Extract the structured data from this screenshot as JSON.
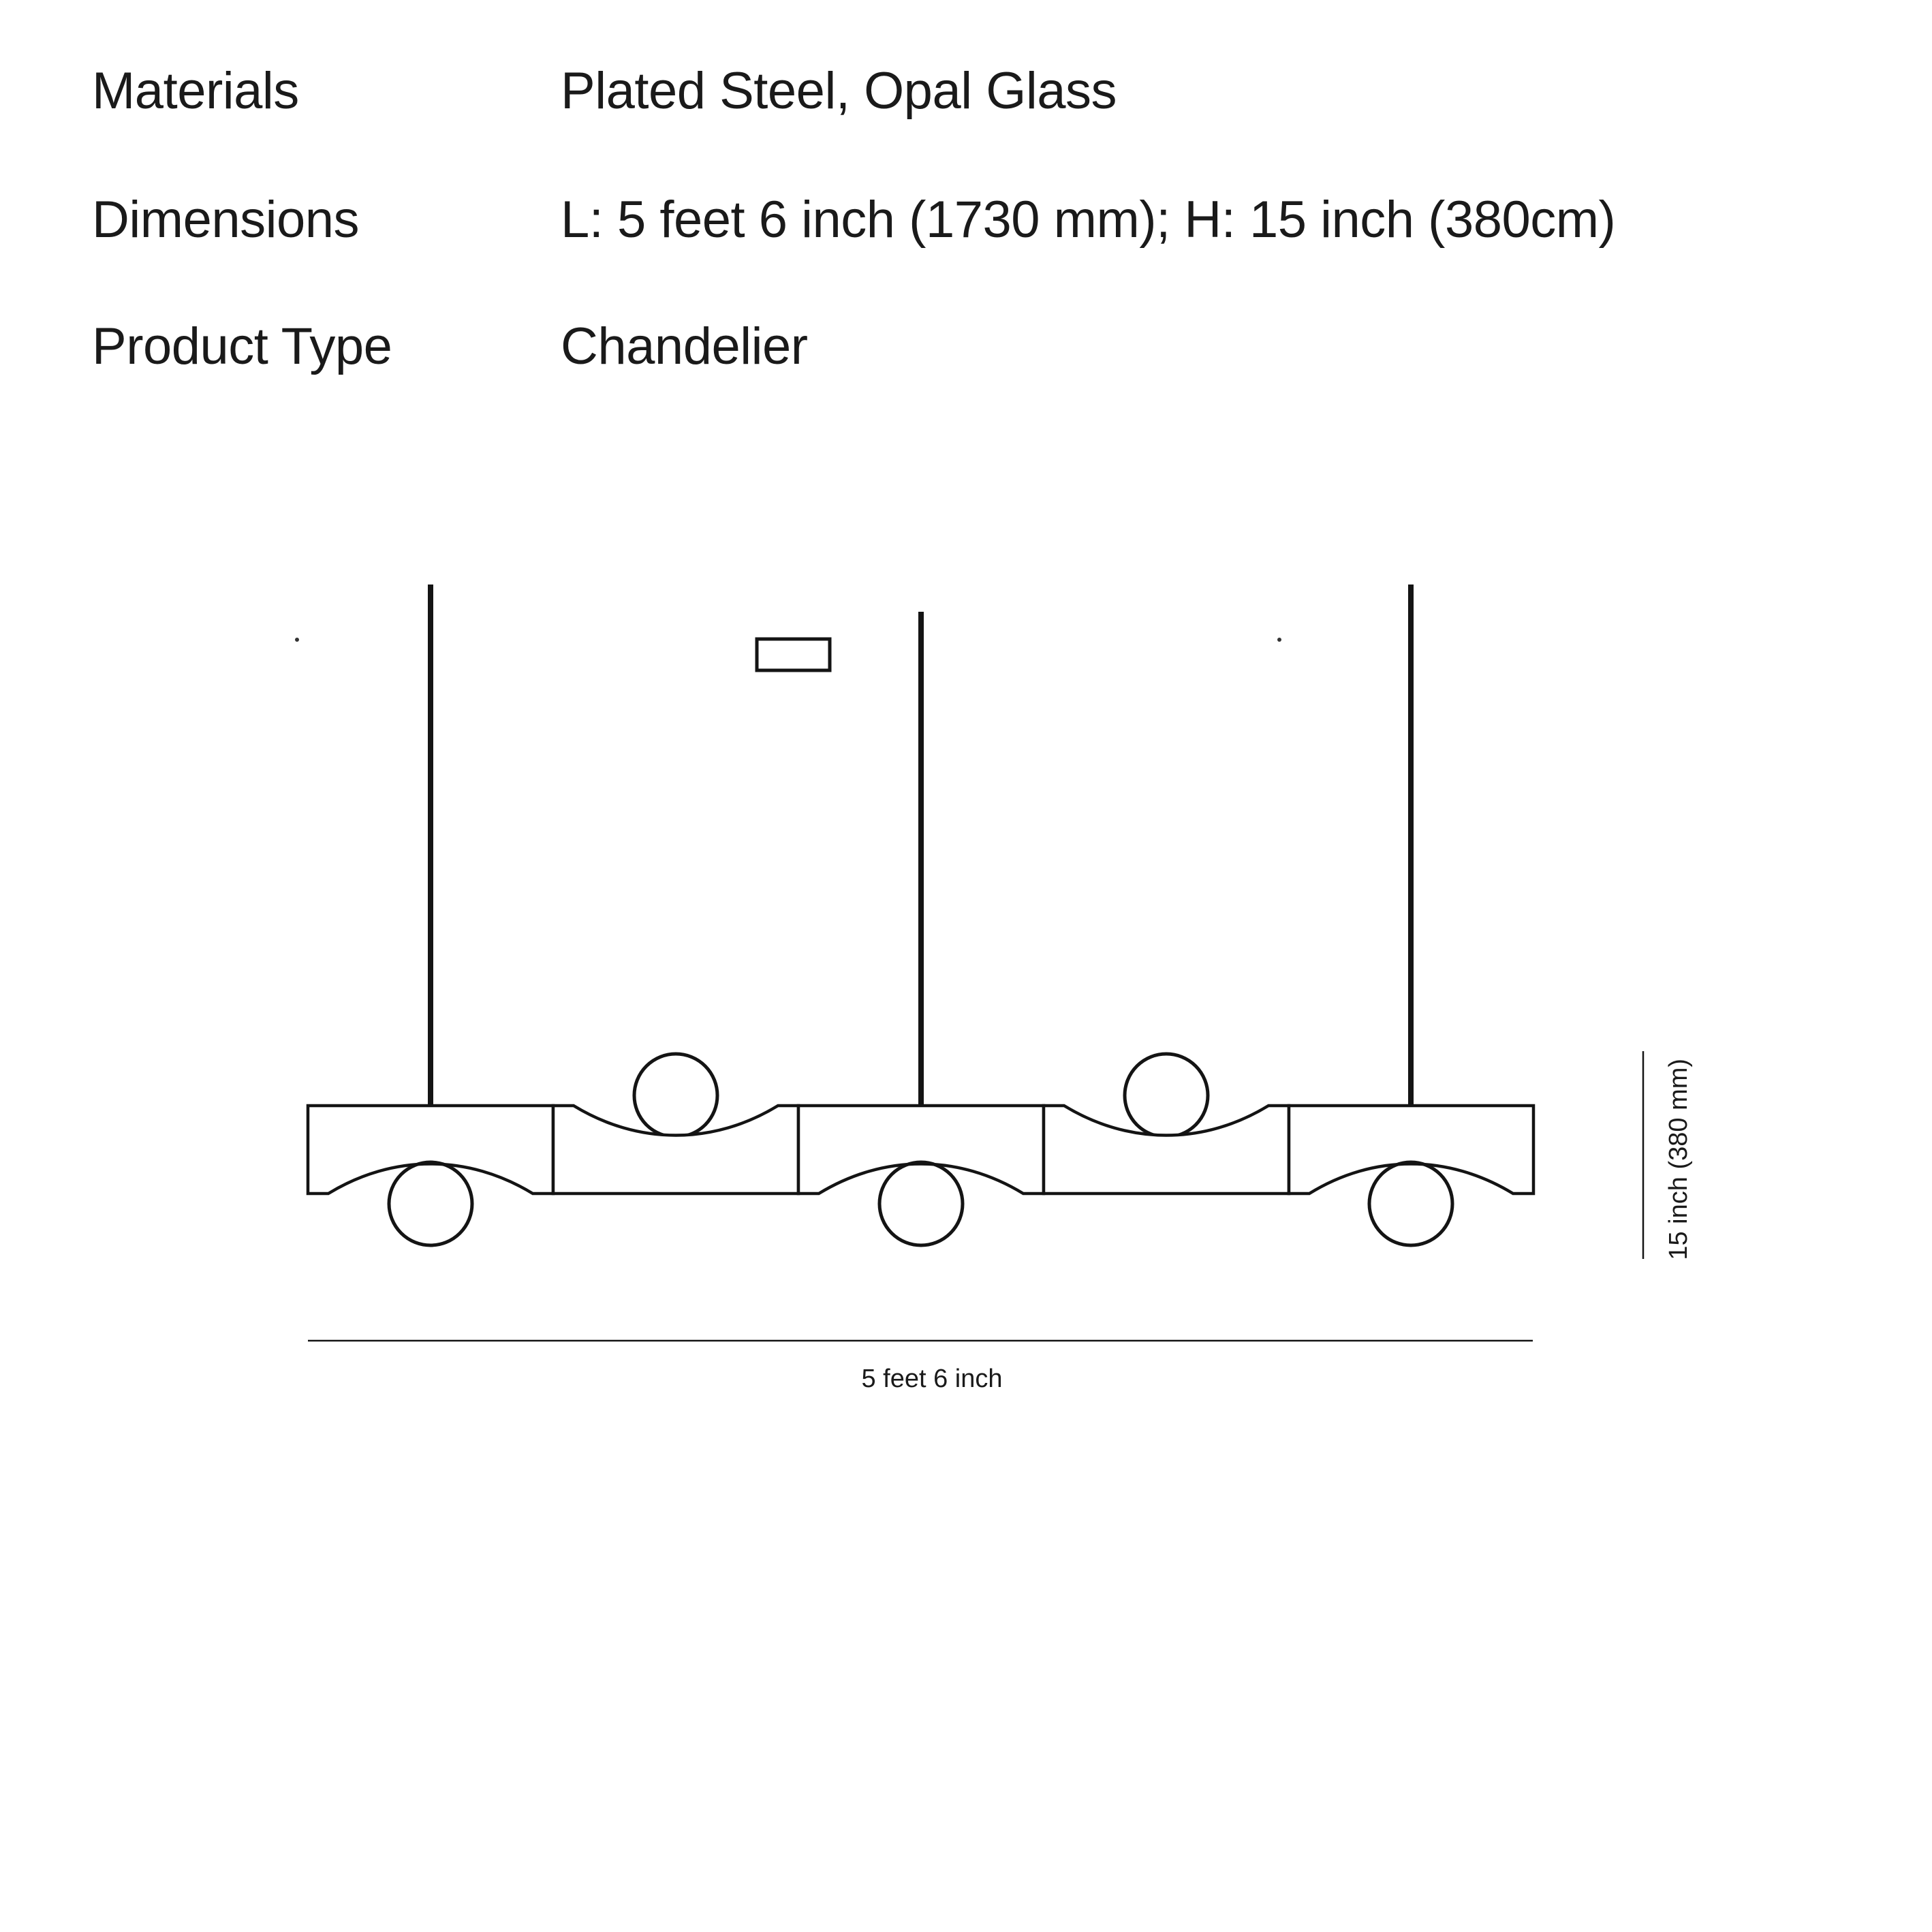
{
  "page": {
    "background": "#ffffff",
    "ink": "#1a1a1a"
  },
  "spec_table": {
    "rows": [
      {
        "label": "Materials",
        "value": "Plated Steel, Opal Glass"
      },
      {
        "label": "Dimensions",
        "value": "L: 5 feet 6 inch (1730 mm); H: 15 inch (380cm)"
      },
      {
        "label": "Product Type",
        "value": "Chandelier"
      }
    ]
  },
  "diagram": {
    "type": "technical-line-drawing",
    "subject": "Linear chandelier: five alternating arched modules, three suspension rods, two glass globes above, three glass globes below, ceiling canopy",
    "modules": 5,
    "rods": 3,
    "globes_above": 2,
    "globes_below": 3,
    "width_label": "5 feet 6 inch",
    "height_label": "15 inch (380 mm)",
    "line_color": "#141414"
  }
}
